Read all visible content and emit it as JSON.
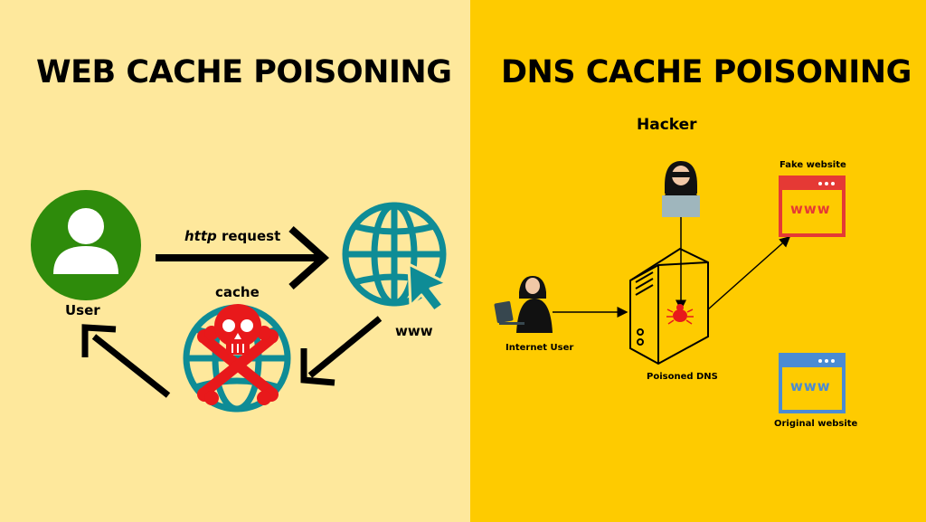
{
  "colors": {
    "left_background": "#FEE89C",
    "right_background": "#FECB00",
    "user_icon": "#2E8B0B",
    "globe": "#0E8C96",
    "skull": "#E8191B",
    "fake_site": "#E53935",
    "original_site": "#4A8BD4"
  },
  "web_cache": {
    "title": "WEB CACHE POISONING",
    "user_label": "User",
    "request_label_em": "http",
    "request_label_rest": " request",
    "cache_label": "cache",
    "www_label": "www"
  },
  "dns_cache": {
    "title": "DNS CACHE POISONING",
    "hacker_label": "Hacker",
    "internet_user_label": "Internet User",
    "poisoned_dns_label": "Poisoned DNS",
    "fake_website_label": "Fake website",
    "original_website_label": "Original website",
    "fake_screen_text": "www",
    "original_screen_text": "www"
  }
}
